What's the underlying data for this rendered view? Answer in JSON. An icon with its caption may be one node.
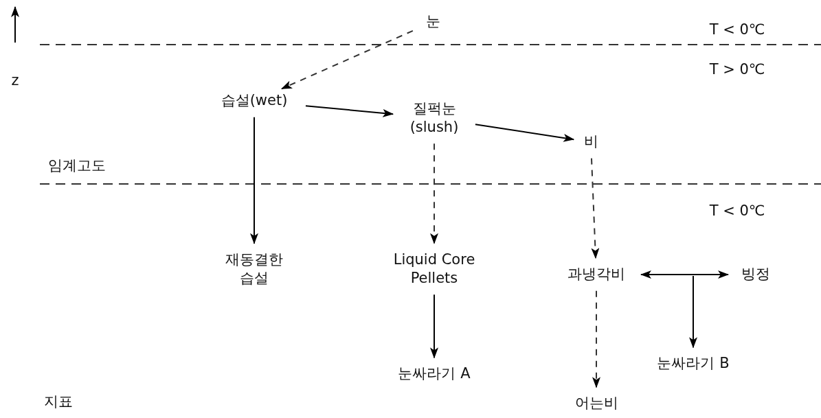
{
  "diagram": {
    "nodes": [
      {
        "text": [
          "눈"
        ]
      },
      {
        "text": [
          "습설(wet)"
        ]
      },
      {
        "text": [
          "질퍽눈 (slush)"
        ]
      },
      {
        "text": [
          "비"
        ]
      },
      {
        "text": [
          "재동결한 습설"
        ]
      },
      {
        "text": [
          "Liquid Core Pellets"
        ]
      },
      {
        "text": [
          "과냉각비"
        ]
      },
      {
        "text": [
          "빙정"
        ]
      },
      {
        "text": [
          "눈싸라기 A"
        ]
      },
      {
        "text": [
          "눈싸라기 B"
        ]
      },
      {
        "text": [
          "어는비"
        ]
      }
    ],
    "edges": [
      {
        "from": 0,
        "to": 1,
        "arrow": "to",
        "style": "dashed"
      },
      {
        "from": 1,
        "to": 2,
        "arrow": "to"
      },
      {
        "from": 2,
        "to": 3,
        "arrow": "to"
      },
      {
        "from": 1,
        "to": 4,
        "arrow": "to"
      },
      {
        "from": 2,
        "to": 5,
        "arrow": "to",
        "style": "dashed"
      },
      {
        "from": 3,
        "to": 6,
        "arrow": "to",
        "style": "dashed"
      },
      {
        "from": 5,
        "to": 8,
        "arrow": "to"
      },
      {
        "from": 6,
        "to": 10,
        "arrow": "to",
        "style": "dashed"
      },
      {
        "from": 6,
        "to": 7,
        "arrow": "both"
      },
      {
        "from": null,
        "to": 9,
        "arrow": "to"
      }
    ],
    "labels": [
      "z",
      "T < 0℃",
      "T > 0℃",
      "임계고도",
      "T < 0℃",
      "지표"
    ]
  }
}
